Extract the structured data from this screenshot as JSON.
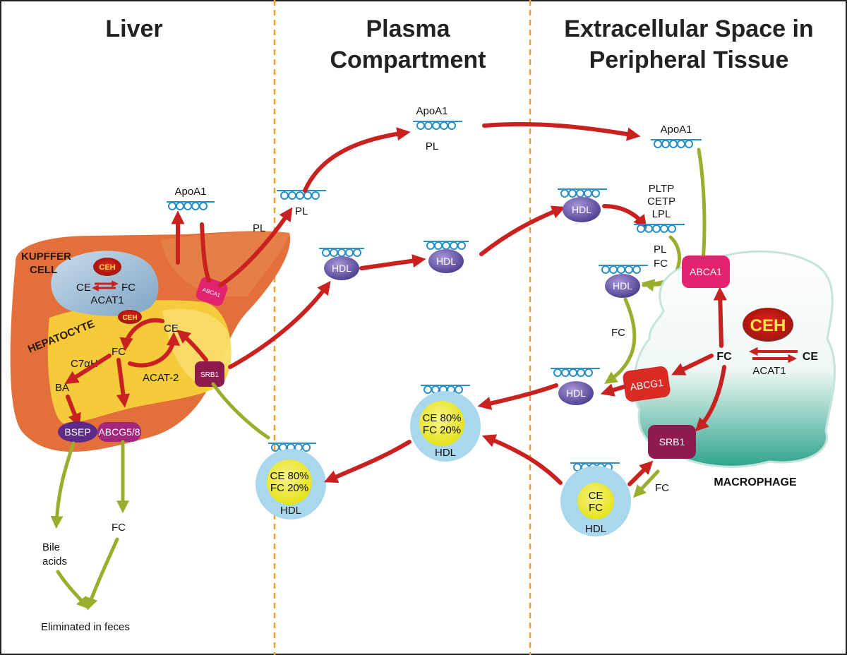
{
  "headers": {
    "liver": "Liver",
    "plasma_1": "Plasma",
    "plasma_2": "Compartment",
    "extra_1": "Extracellular Space in",
    "extra_2": "Peripheral Tissue"
  },
  "liver": {
    "kupffer_1": "KUPFFER",
    "kupffer_2": "CELL",
    "hepatocyte": "HEPATOCYTE",
    "kupffer_ceh": "CEH",
    "kupffer_ce": "CE",
    "kupffer_fc": "FC",
    "kupffer_acat": "ACAT1",
    "hep_ceh": "CEH",
    "hep_ce": "CE",
    "hep_fc": "FC",
    "hep_acat2": "ACAT-2",
    "c7ah": "C7αH",
    "ba": "BA",
    "bsep": "BSEP",
    "abcg58": "ABCG5/8",
    "abca1": "ABCA1",
    "srb1": "SRB1",
    "apoa1": "ApoA1",
    "pl": "PL",
    "out_fc": "FC",
    "bile_1": "Bile",
    "bile_2": "acids",
    "eliminated": "Eliminated in feces"
  },
  "plasma": {
    "apoa1": "ApoA1",
    "pl_top": "PL",
    "pl_disc": "PL",
    "hdl_a": "HDL",
    "hdl_b": "HDL",
    "big_hdl_ce": "CE 80%",
    "big_hdl_fc": "FC 20%",
    "big_hdl_label": "HDL",
    "left_hdl_ce": "CE 80%",
    "left_hdl_fc": "FC 20%",
    "left_hdl_label": "HDL"
  },
  "peripheral": {
    "apoa1": "ApoA1",
    "hdl_top": "HDL",
    "pltp": "PLTP",
    "cetp": "CETP",
    "lpl": "LPL",
    "pl": "PL",
    "fc_disc": "FC",
    "hdl_mid": "HDL",
    "fc_mid": "FC",
    "hdl_low": "HDL",
    "abca1": "ABCA1",
    "abcg1": "ABCG1",
    "srb1": "SRB1",
    "ceh": "CEH",
    "fc": "FC",
    "ce": "CE",
    "acat1": "ACAT1",
    "macrophage": "MACROPHAGE",
    "fc_srb1": "FC",
    "small_hdl_ce": "CE",
    "small_hdl_fc": "FC",
    "small_hdl_label": "HDL"
  },
  "colors": {
    "arrow_red": "#c8211f",
    "arrow_green": "#9aae2d",
    "liver": "#e3703a",
    "hepatocyte": "#f6d33c",
    "hdl_purple": "#6b5aa6",
    "abca1_pink": "#e2236f",
    "srb1_maroon": "#8e1b4e",
    "abcg1_red": "#d92b24",
    "divider_orange": "#f0a030"
  }
}
